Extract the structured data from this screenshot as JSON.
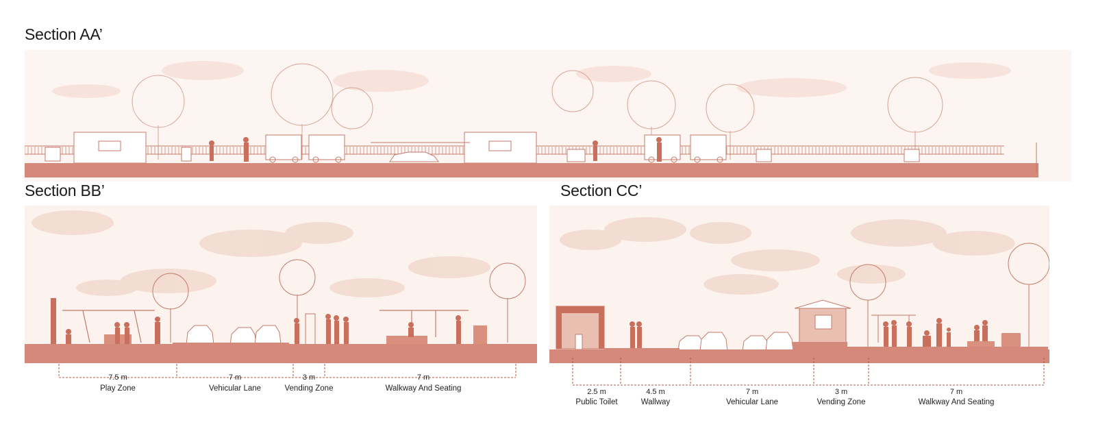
{
  "sections": [
    {
      "id": "aa",
      "title": "Section AA’"
    },
    {
      "id": "bb",
      "title": "Section BB’",
      "zones": [
        {
          "dimension": "7.5 m",
          "label": "Play Zone"
        },
        {
          "dimension": "7 m",
          "label": "Vehicular Lane"
        },
        {
          "dimension": "3 m",
          "label": "Vending Zone"
        },
        {
          "dimension": "7 m",
          "label": "Walkway And  Seating"
        }
      ]
    },
    {
      "id": "cc",
      "title": "Section CC’",
      "zones": [
        {
          "dimension": "2.5 m",
          "label": "Public Toilet"
        },
        {
          "dimension": "4.5 m",
          "label": "Wallway"
        },
        {
          "dimension": "7 m",
          "label": "Vehicular Lane"
        },
        {
          "dimension": "3 m",
          "label": "Vending Zone"
        },
        {
          "dimension": "7 m",
          "label": "Walkway And  Seating"
        }
      ]
    }
  ],
  "colors": {
    "ground": "#d4897a",
    "figure": "#c86f5e",
    "sky": "#fbf1ec",
    "cloud": "#f2d5cb",
    "line": "#b8604f",
    "dimension": "#b3543f"
  }
}
